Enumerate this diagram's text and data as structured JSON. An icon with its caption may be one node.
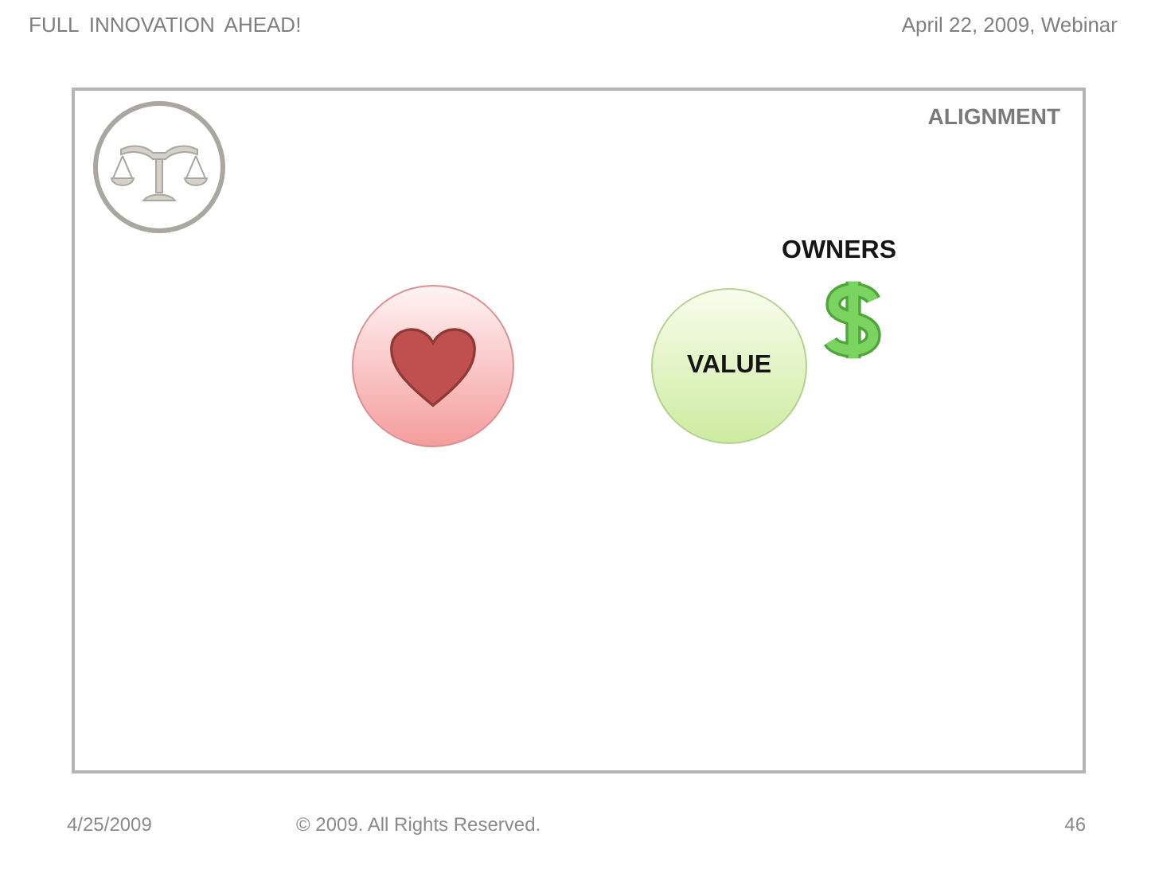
{
  "diagram": {
    "nodes": [
      {
        "text": [],
        "shape": "circle"
      },
      {
        "text": [
          "VALUE"
        ]
      }
    ],
    "labels": [
      "FULL INNOVATION AHEAD!",
      "April 22, 2009, Webinar",
      "ALIGNMENT",
      "OWNERS",
      "4/25/2009",
      "© 2009. All Rights Reserved.",
      "46"
    ]
  }
}
